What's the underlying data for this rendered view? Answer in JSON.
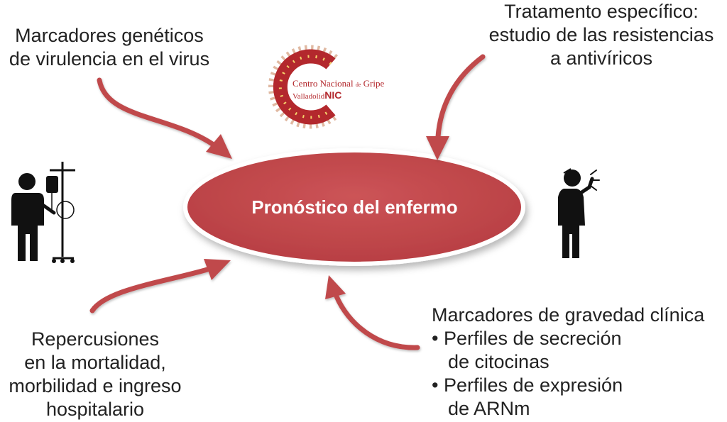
{
  "center": {
    "label": "Pronóstico del enfermo"
  },
  "top_left": {
    "lines": [
      "Marcadores genéticos",
      "de virulencia en el virus"
    ]
  },
  "top_right": {
    "lines": [
      "Tratamento específico:",
      "estudio de las resistencias",
      "a antivíricos"
    ]
  },
  "bottom_left": {
    "lines": [
      "Repercusiones",
      "en la mortalidad,",
      "morbilidad e ingreso",
      "hospitalario"
    ]
  },
  "bottom_right": {
    "lines": [
      "Marcadores de gravedad clínica",
      "• Perfiles de secreción",
      "de citocinas",
      "• Perfiles de expresión",
      "de ARNm"
    ]
  },
  "logo": {
    "line1_a": "Centro Nacional",
    "line1_b": "de",
    "line1_c": "Gripe",
    "line2_a": "Valladolid",
    "line2_b": "NIC"
  },
  "colors": {
    "accent": "#b3282d",
    "ellipse": "#c0494c",
    "text": "#222222",
    "icon": "#111111"
  },
  "icons": [
    "patient-iv-drip-icon",
    "sick-person-coughing-icon",
    "centro-nacional-gripe-logo"
  ]
}
